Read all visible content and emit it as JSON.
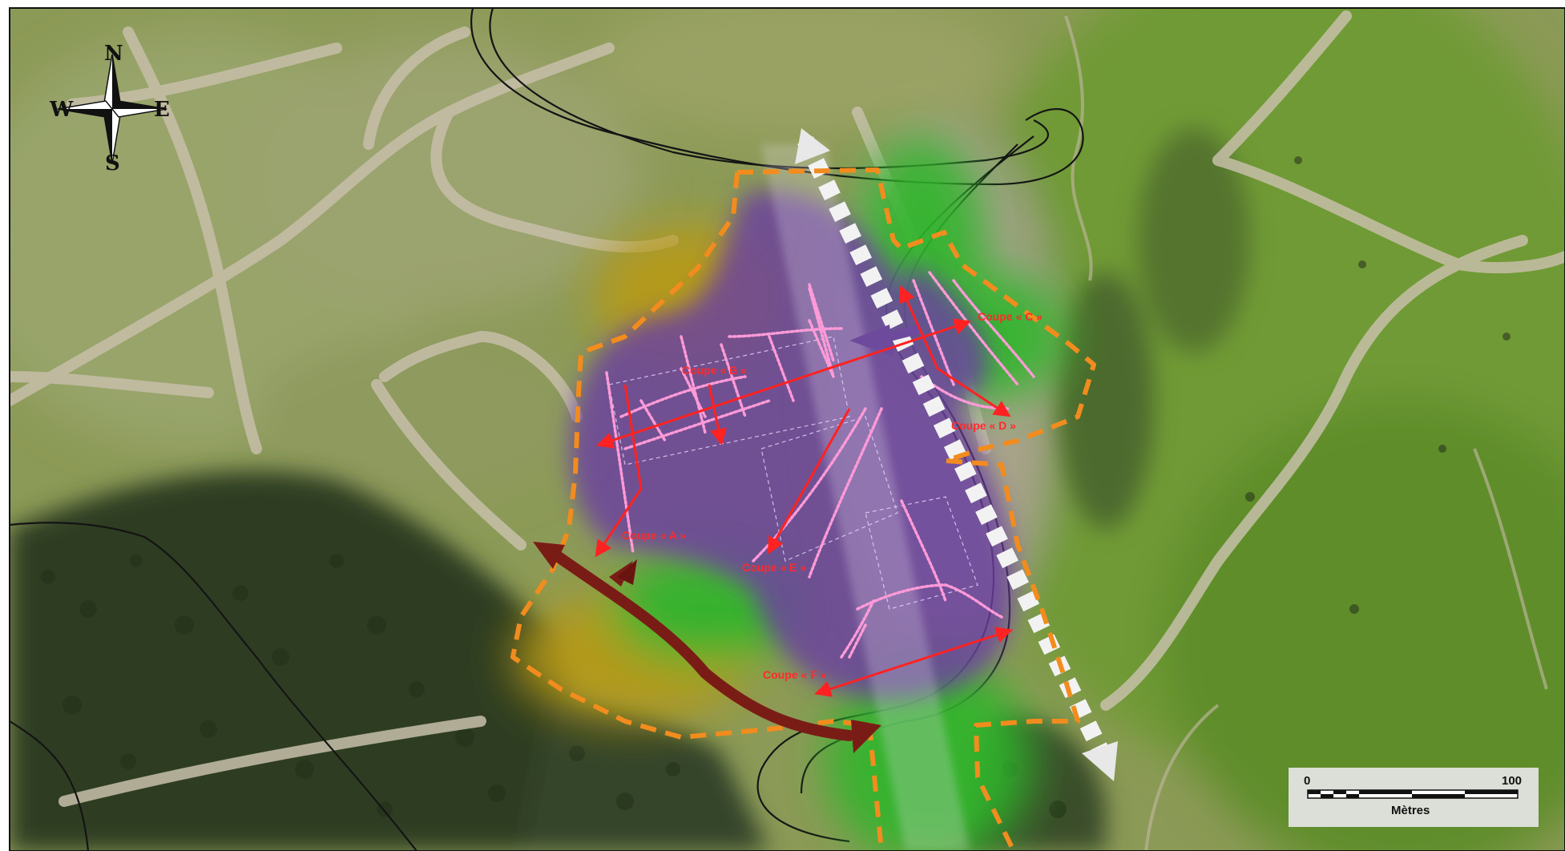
{
  "compass": {
    "north": "N",
    "south": "S",
    "east": "E",
    "west": "W"
  },
  "sections": {
    "a": "Coupe « A »",
    "b": "Coupe « B »",
    "c": "Coupe « C »",
    "d": "Coupe « D »",
    "e": "Coupe « E »",
    "f": "Coupe « F »"
  },
  "scale_bar": {
    "start": "0",
    "end": "100",
    "unit": "Mètres"
  },
  "colors": {
    "section_lines": "#ff2222",
    "zone_outline": "#f28c1e",
    "zone_purple": "#6b3fa0",
    "zone_green": "#2fb52a",
    "zone_yellow": "#b89a12",
    "flow_arrow": "#7a1c16",
    "ski_lift_track": "#f2f2f2"
  }
}
